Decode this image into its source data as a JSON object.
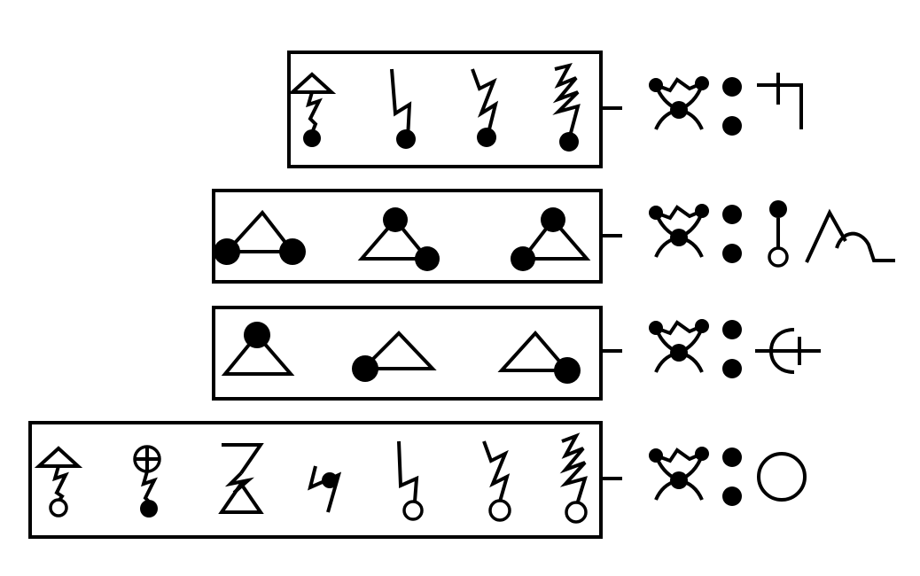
{
  "diagram": {
    "rows": [
      {
        "glyph_count": 4,
        "result_glyph": "corner-mark"
      },
      {
        "glyph_count": 3,
        "result_glyph": "stick-and-wave"
      },
      {
        "glyph_count": 3,
        "result_glyph": "circle-cross"
      },
      {
        "glyph_count": 7,
        "result_glyph": "open-circle"
      }
    ],
    "operator_glyph": "twisted-cross-with-dots",
    "separator_glyph": "colon-dots"
  }
}
